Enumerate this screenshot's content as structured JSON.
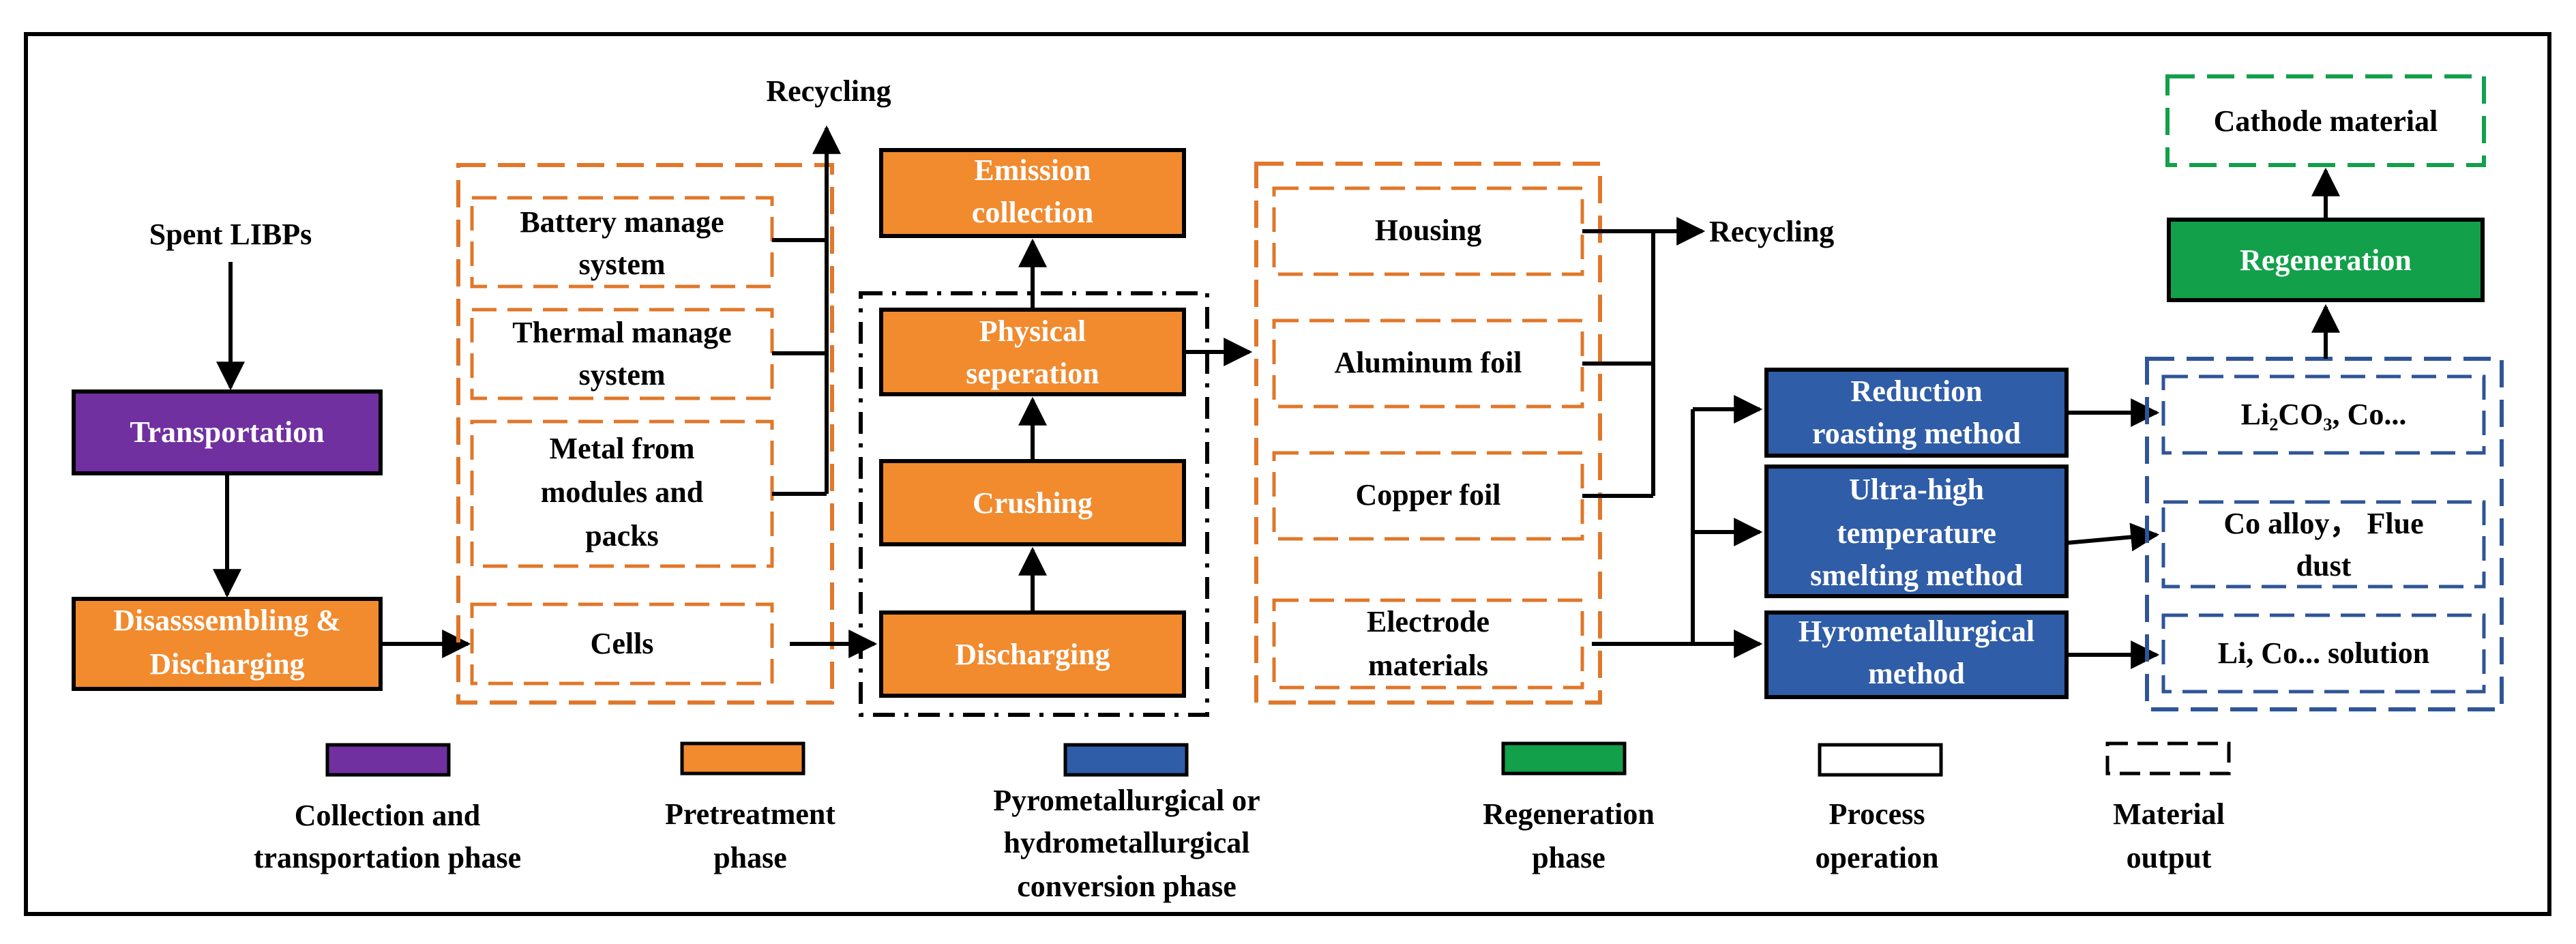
{
  "colors": {
    "collection": "#7030A0",
    "pretreatment": "#F28A2E",
    "conversion": "#2F5DA8",
    "regeneration": "#12A04B",
    "orange_dash": "#E0772A",
    "blue_dash": "#2F5597",
    "green_dash": "#12A04B"
  },
  "start_label": "Spent LIBPs",
  "recycling_top": "Recycling",
  "recycling_mid": "Recycling",
  "transportation": "Transportation",
  "disassembling": [
    "Disasssembling &",
    "Discharging"
  ],
  "components": {
    "bms": [
      "Battery manage",
      "system"
    ],
    "tms": [
      "Thermal manage",
      "system"
    ],
    "metal": [
      "Metal from",
      "modules and",
      "packs"
    ],
    "cells": "Cells"
  },
  "emission": [
    "Emission",
    "collection"
  ],
  "physical": [
    "Physical",
    "seperation"
  ],
  "crushing": "Crushing",
  "discharging": "Discharging",
  "materials": {
    "housing": "Housing",
    "aluminum": "Aluminum foil",
    "copper": "Copper foil",
    "electrode": [
      "Electrode",
      "materials"
    ]
  },
  "methods": {
    "reduction": [
      "Reduction",
      "roasting method"
    ],
    "ultra": [
      "Ultra-high",
      "temperature",
      "smelting method"
    ],
    "hydro": [
      "Hyrometallurgical",
      "method"
    ]
  },
  "outputs": {
    "li2co3": "Li₂CO₃, Co...",
    "coalloy": [
      "Co alloy， Flue",
      "dust"
    ],
    "solution": "Li, Co... solution"
  },
  "regeneration": "Regeneration",
  "cathode": "Cathode material",
  "legend": {
    "collection": [
      "Collection and",
      "transportation phase"
    ],
    "pretreatment": [
      "Pretreatment",
      "phase"
    ],
    "conversion": [
      "Pyrometallurgical or",
      "hydrometallurgical",
      "conversion phase"
    ],
    "regeneration": [
      "Regeneration",
      "phase"
    ],
    "process": [
      "Process",
      "operation"
    ],
    "material": [
      "Material",
      "output"
    ]
  }
}
